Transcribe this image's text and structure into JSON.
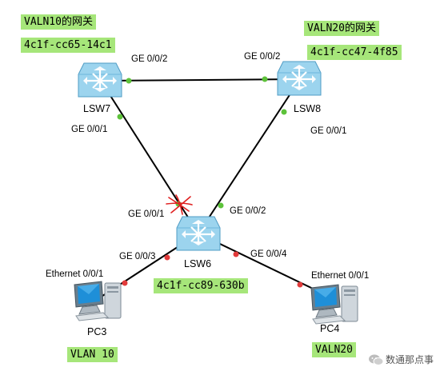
{
  "annotations": {
    "lsw7_gateway": "VALN10的网关",
    "lsw7_mac": "4c1f-cc65-14c1",
    "lsw8_gateway": "VALN20的网关",
    "lsw8_mac": "4c1f-cc47-4f85",
    "lsw6_mac": "4c1f-cc89-630b",
    "pc3_vlan": "VLAN 10",
    "pc4_vlan": "VALN20"
  },
  "devices": {
    "lsw7": "LSW7",
    "lsw8": "LSW8",
    "lsw6": "LSW6",
    "pc3": "PC3",
    "pc4": "PC4"
  },
  "ports": {
    "lsw7_to_lsw8": "GE 0/0/2",
    "lsw8_to_lsw7": "GE 0/0/2",
    "lsw7_to_lsw6": "GE 0/0/1",
    "lsw8_to_lsw6": "GE 0/0/1",
    "lsw6_to_lsw7": "GE 0/0/1",
    "lsw6_to_lsw8": "GE 0/0/2",
    "lsw6_to_pc3": "GE 0/0/3",
    "lsw6_to_pc4": "GE 0/0/4",
    "pc3_port": "Ethernet 0/0/1",
    "pc4_port": "Ethernet 0/0/1"
  },
  "watermark": "数通那点事",
  "colors": {
    "highlight": "#a6e67a",
    "link": "#000000",
    "port_up": "#5dc23a",
    "port_down": "#e23b3b",
    "blocked_mark": "#e02020",
    "switch_body": "#9cd4ee"
  }
}
